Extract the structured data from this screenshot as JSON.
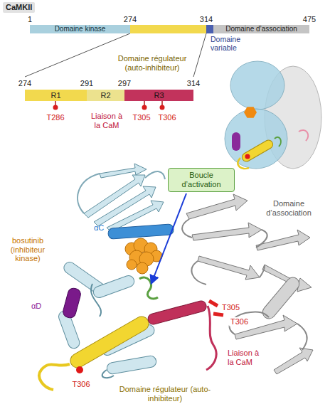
{
  "diagram": {
    "title": "CaMKII",
    "nodes": [
      {
        "text": [
          "Domaine kinase"
        ]
      },
      {
        "text": [
          "Domaine variable"
        ]
      },
      {
        "text": [
          "Domaine d’association"
        ]
      },
      {
        "text": [
          "R1"
        ]
      },
      {
        "text": [
          "R2"
        ]
      },
      {
        "text": [
          "R3"
        ]
      },
      {
        "text": [
          "Boucle d’activation"
        ]
      }
    ],
    "labels": [
      "1",
      "274",
      "314",
      "475",
      "Domaine régulateur (auto-inhibiteur)",
      "274",
      "291",
      "297",
      "314",
      "T286",
      "Liaison à la CaM",
      "T305",
      "T306",
      "bosutinib (inhibiteur kinase)",
      "αC",
      "αD",
      "Domaine d’association",
      "T305",
      "T306",
      "Liaison à la CaM",
      "T306",
      "Domaine régulateur (auto-inhibiteur)"
    ]
  }
}
